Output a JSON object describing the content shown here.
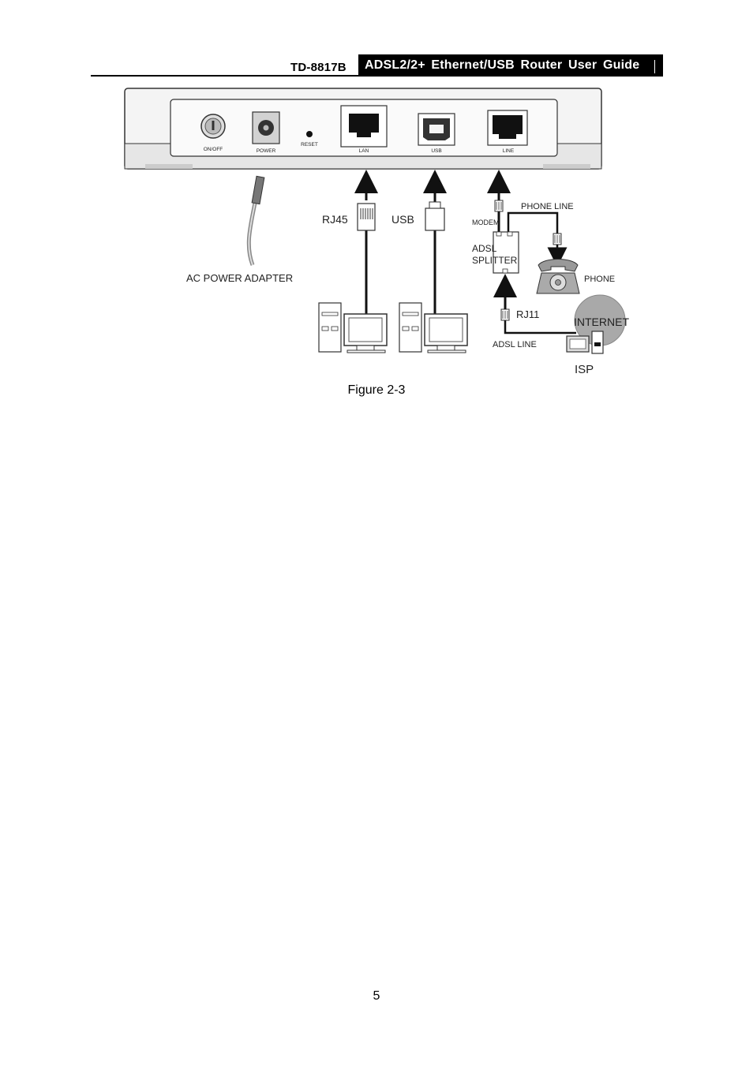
{
  "header": {
    "model": "TD-8817B",
    "title": "ADSL2/2+ Ethernet/USB Router User Guide"
  },
  "figure": {
    "ports": {
      "onoff": "ON/OFF",
      "power": "POWER",
      "reset": "RESET",
      "lan": "LAN",
      "usb": "USB",
      "line": "LINE"
    },
    "labels": {
      "ac_adapter": "AC POWER ADAPTER",
      "rj45": "RJ45",
      "usb": "USB",
      "modem": "MODEM",
      "phone_line": "PHONE LINE",
      "splitter_line1": "ADSL",
      "splitter_line2": "SPLITTER",
      "phone": "PHONE",
      "rj11": "RJ11",
      "adsl_line": "ADSL LINE",
      "internet": "INTERNET",
      "isp": "ISP"
    },
    "caption": "Figure 2-3"
  },
  "page_number": "5"
}
